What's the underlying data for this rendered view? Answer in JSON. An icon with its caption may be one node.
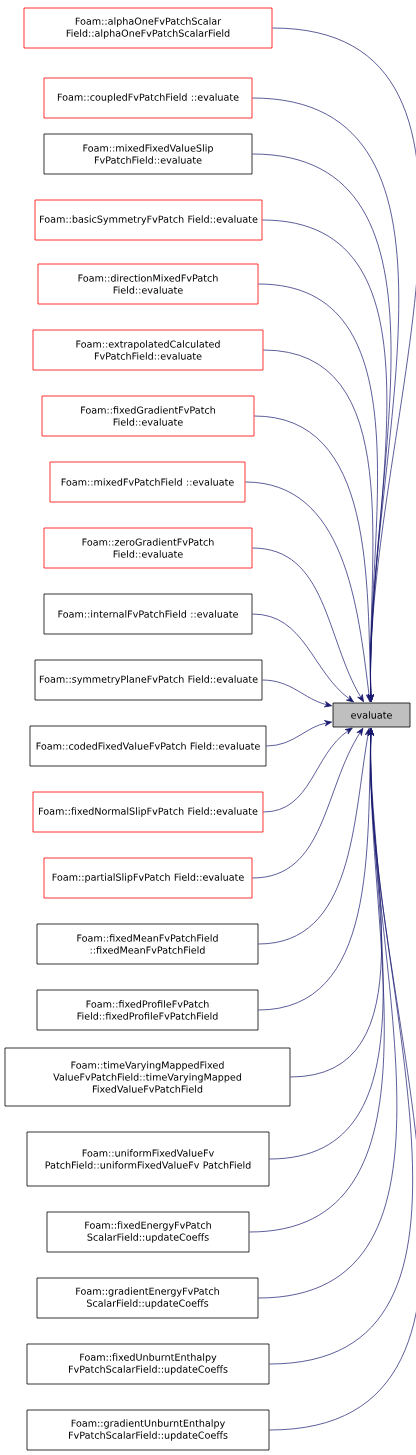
{
  "diagram": {
    "nodes": [
      {
        "text": [
          "Foam::alphaOneFvPatchScalar Field::alphaOneFvPatchScalarField"
        ]
      },
      {
        "text": [
          "Foam::coupledFvPatchField ::evaluate"
        ]
      },
      {
        "text": [
          "Foam::mixedFixedValueSlip FvPatchField::evaluate"
        ]
      },
      {
        "text": [
          "Foam::basicSymmetryFvPatch Field::evaluate"
        ]
      },
      {
        "text": [
          "Foam::directionMixedFvPatch Field::evaluate"
        ]
      },
      {
        "text": [
          "Foam::extrapolatedCalculated FvPatchField::evaluate"
        ]
      },
      {
        "text": [
          "Foam::fixedGradientFvPatch Field::evaluate"
        ]
      },
      {
        "text": [
          "Foam::mixedFvPatchField ::evaluate"
        ]
      },
      {
        "text": [
          "Foam::zeroGradientFvPatch Field::evaluate"
        ]
      },
      {
        "text": [
          "Foam::internalFvPatchField ::evaluate"
        ]
      },
      {
        "text": [
          "Foam::symmetryPlaneFvPatch Field::evaluate"
        ]
      },
      {
        "text": [
          "Foam::codedFixedValueFvPatch Field::evaluate"
        ]
      },
      {
        "text": [
          "Foam::fixedNormalSlipFvPatch Field::evaluate"
        ]
      },
      {
        "text": [
          "Foam::partialSlipFvPatch Field::evaluate"
        ]
      },
      {
        "text": [
          "Foam::fixedMeanFvPatchField ::fixedMeanFvPatchField"
        ]
      },
      {
        "text": [
          "Foam::fixedProfileFvPatch Field::fixedProfileFvPatchField"
        ]
      },
      {
        "text": [
          "Foam::timeVaryingMappedFixed ValueFvPatchField::timeVaryingMapped FixedValueFvPatchField"
        ]
      },
      {
        "text": [
          "Foam::uniformFixedValueFv PatchField::uniformFixedValueFv PatchField"
        ]
      },
      {
        "text": [
          "Foam::fixedEnergyFvPatch ScalarField::updateCoeffs"
        ]
      },
      {
        "text": [
          "Foam::gradientEnergyFvPatch ScalarField::updateCoeffs"
        ]
      },
      {
        "text": [
          "Foam::fixedUnburntEnthalpy FvPatchScalarField::updateCoeffs"
        ]
      },
      {
        "text": [
          "Foam::gradientUnburntEnthalpy FvPatchScalarField::updateCoeffs"
        ]
      },
      {
        "text": [
          "evaluate"
        ]
      }
    ],
    "edges": [
      {
        "from": 0,
        "to": 22,
        "arrow": "to"
      },
      {
        "from": 1,
        "to": 22,
        "arrow": "to"
      },
      {
        "from": 2,
        "to": 22,
        "arrow": "to"
      },
      {
        "from": 3,
        "to": 22,
        "arrow": "to"
      },
      {
        "from": 4,
        "to": 22,
        "arrow": "to"
      },
      {
        "from": 5,
        "to": 22,
        "arrow": "to"
      },
      {
        "from": 6,
        "to": 22,
        "arrow": "to"
      },
      {
        "from": 7,
        "to": 22,
        "arrow": "to"
      },
      {
        "from": 8,
        "to": 22,
        "arrow": "to"
      },
      {
        "from": 9,
        "to": 22,
        "arrow": "to"
      },
      {
        "from": 10,
        "to": 22,
        "arrow": "to"
      },
      {
        "from": 11,
        "to": 22,
        "arrow": "to"
      },
      {
        "from": 12,
        "to": 22,
        "arrow": "to"
      },
      {
        "from": 13,
        "to": 22,
        "arrow": "to"
      },
      {
        "from": 14,
        "to": 22,
        "arrow": "to"
      },
      {
        "from": 15,
        "to": 22,
        "arrow": "to"
      },
      {
        "from": 16,
        "to": 22,
        "arrow": "to"
      },
      {
        "from": 17,
        "to": 22,
        "arrow": "to"
      },
      {
        "from": 18,
        "to": 22,
        "arrow": "to"
      },
      {
        "from": 19,
        "to": 22,
        "arrow": "to"
      },
      {
        "from": 20,
        "to": 22,
        "arrow": "to"
      },
      {
        "from": 21,
        "to": 22,
        "arrow": "to"
      }
    ]
  }
}
